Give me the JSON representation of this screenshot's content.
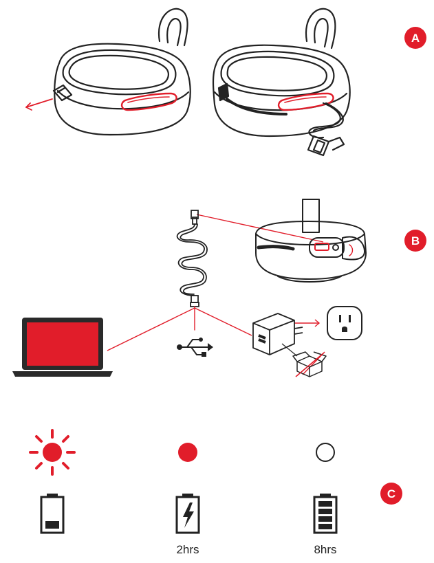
{
  "steps": [
    {
      "id": "A",
      "label": "A"
    },
    {
      "id": "B",
      "label": "B"
    },
    {
      "id": "C",
      "label": "C"
    }
  ],
  "charging_states": [
    {
      "led": "flashing-red",
      "battery": "low-battery",
      "caption": ""
    },
    {
      "led": "solid-red",
      "battery": "charging-battery",
      "caption": "2hrs"
    },
    {
      "led": "off",
      "battery": "full-battery",
      "caption": "8hrs"
    }
  ],
  "icons": [
    "usb-icon",
    "wall-outlet-icon",
    "wall-adapter-icon",
    "no-adapter-included-icon",
    "laptop-icon",
    "usb-cable-icon"
  ],
  "colors": {
    "accent": "#e11d2a",
    "line": "#222222",
    "badge": "#e11d2a"
  }
}
